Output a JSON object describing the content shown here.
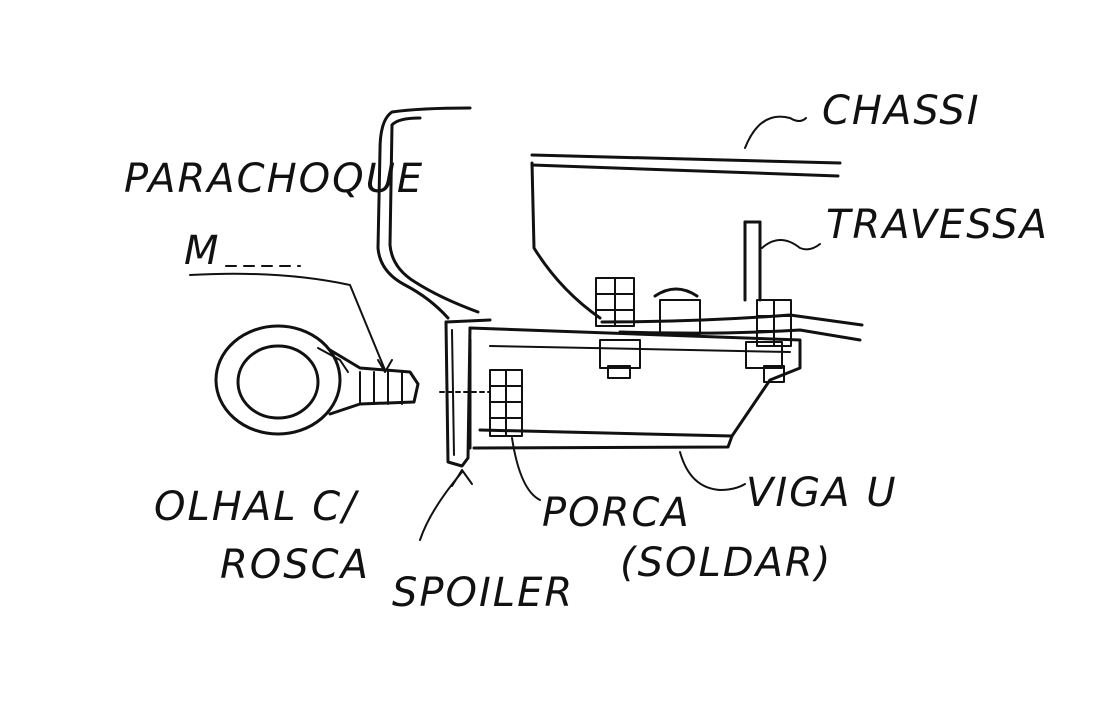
{
  "diagram": {
    "labels": {
      "chassi": "CHASSI",
      "parachoque": "PARACHOQUE",
      "travessa": "TRAVESSA",
      "m": "M",
      "olhal_line1": "OLHAL C/",
      "olhal_line2": "ROSCA",
      "spoiler": "SPOILER",
      "porca_line1": "PORCA",
      "porca_line2": "(SOLDAR)",
      "viga": "VIGA U"
    }
  }
}
